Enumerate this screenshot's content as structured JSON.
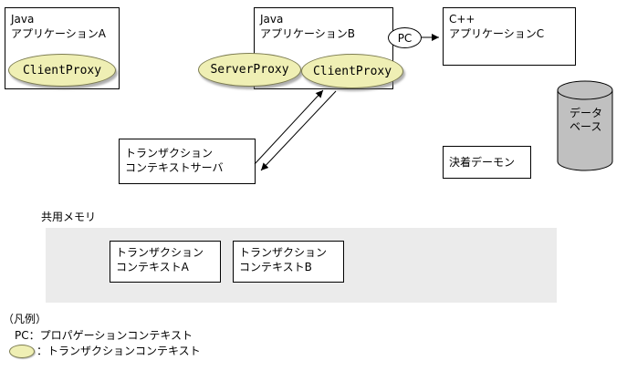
{
  "colors": {
    "context_ellipse_fill": "#efefb4",
    "database_fill": "#c0c0c0",
    "shared_memory_fill": "#ebebeb"
  },
  "apps": {
    "a": {
      "title_line1": "Java",
      "title_line2": "アプリケーションA",
      "client_proxy": "ClientProxy"
    },
    "b": {
      "title_line1": "Java",
      "title_line2": "アプリケーションB",
      "server_proxy": "ServerProxy",
      "client_proxy": "ClientProxy"
    },
    "c": {
      "title_line1": "C++",
      "title_line2": "アプリケーションC"
    }
  },
  "pc_ellipse_label": "PC",
  "database": {
    "line1": "データ",
    "line2": "ベース"
  },
  "tx_context_server": {
    "line1": "トランザクション",
    "line2": "コンテキストサーバ"
  },
  "settlement_daemon": {
    "label": "決着デーモン"
  },
  "shared_memory": {
    "label": "共用メモリ",
    "context_a": {
      "line1": "トランザクション",
      "line2": "コンテキストA"
    },
    "context_b": {
      "line1": "トランザクション",
      "line2": "コンテキストB"
    }
  },
  "legend": {
    "heading": "（凡例）",
    "pc_entry": "PC：プロパゲーションコンテキスト",
    "tx_entry": "：トランザクションコンテキスト"
  }
}
